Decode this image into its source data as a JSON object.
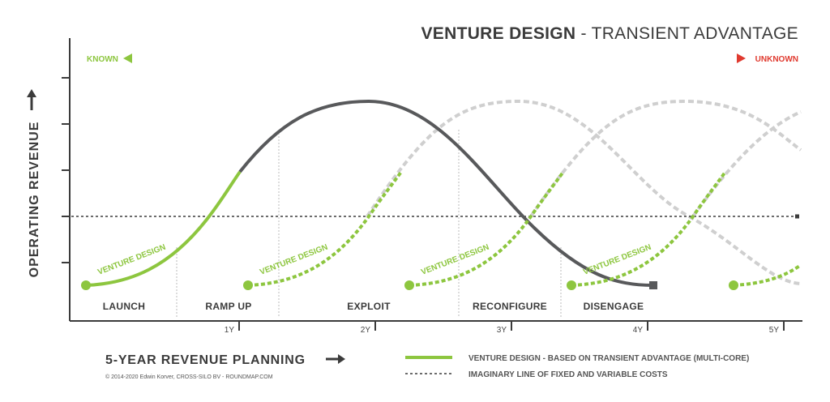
{
  "title": {
    "bold": "VENTURE DESIGN",
    "separator": " - ",
    "light": "TRANSIENT ADVANTAGE"
  },
  "arrow_scale": {
    "left_label": "KNOWN",
    "right_label": "UNKNOWN",
    "left_color": "#8dc63f",
    "right_color": "#e03a2f"
  },
  "y_axis_label": "OPERATING REVENUE",
  "phases": [
    "LAUNCH",
    "RAMP UP",
    "EXPLOIT",
    "RECONFIGURE",
    "DISENGAGE"
  ],
  "curve_label": "VENTURE DESIGN",
  "x_ticks": [
    "1Y",
    "2Y",
    "3Y",
    "4Y",
    "5Y"
  ],
  "planning_label": "5-YEAR REVENUE PLANNING",
  "legend": [
    {
      "label": "VENTURE DESIGN - BASED ON TRANSIENT ADVANTAGE (MULTI-CORE)",
      "style": "solid-green"
    },
    {
      "label": "IMAGINARY LINE OF FIXED AND VARIABLE COSTS",
      "style": "dashed-dark"
    }
  ],
  "copyright": "© 2014-2020 Edwin Korver, CROSS-SILO BV - ROUNDMAP.COM",
  "colors": {
    "green": "#8dc63f",
    "dark": "#58595b",
    "light_gray": "#cfcfcf",
    "text": "#3b3b3b"
  }
}
